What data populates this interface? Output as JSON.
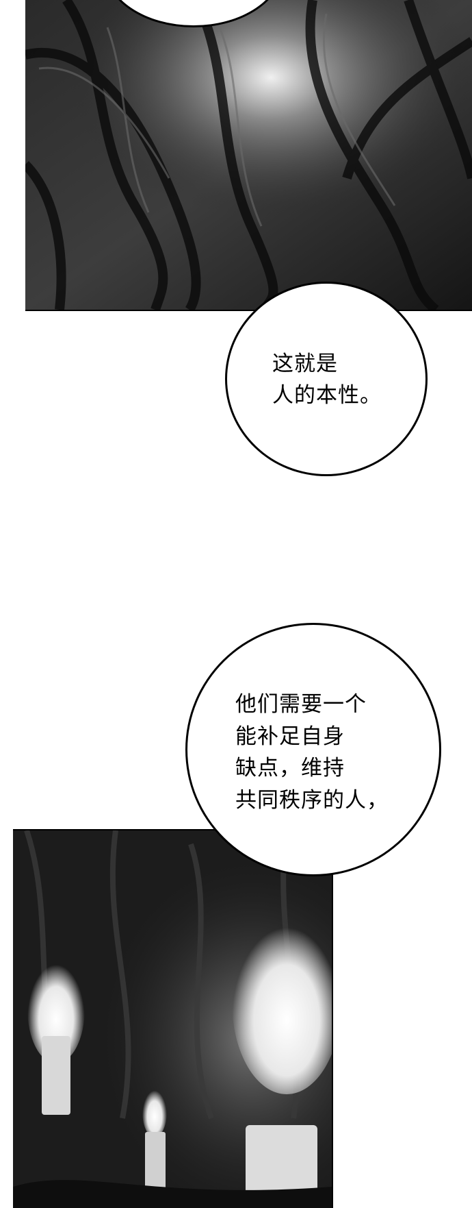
{
  "bubbles": [
    {
      "lines": [
        "这就是",
        "人的本性。"
      ]
    },
    {
      "lines": [
        "他们需要一个",
        "能补足自身",
        "缺点，维持",
        "共同秩序的人，"
      ]
    }
  ],
  "colors": {
    "ink": "#000000",
    "paper": "#ffffff"
  }
}
